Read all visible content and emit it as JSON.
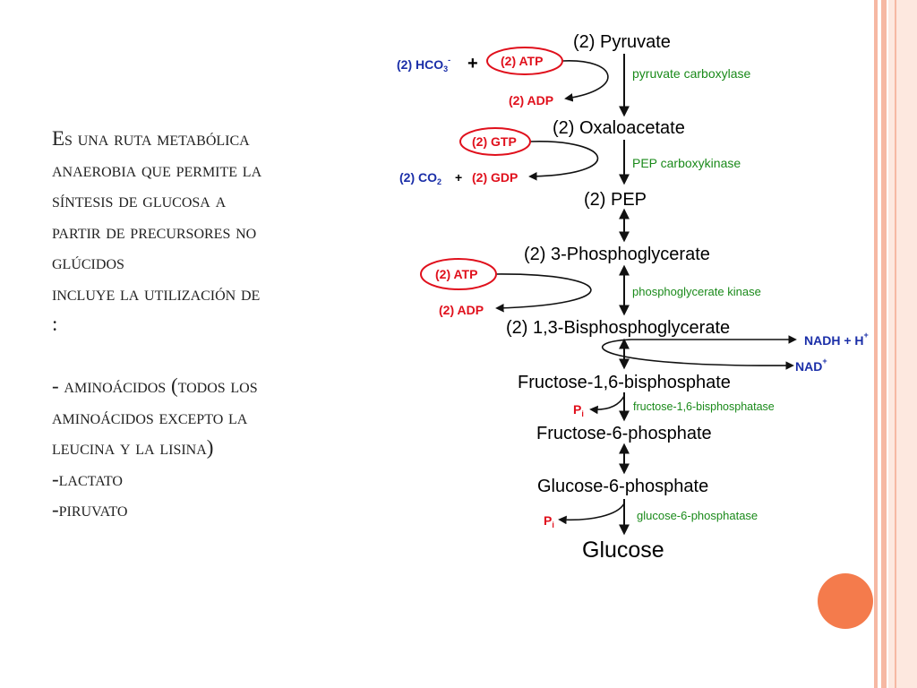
{
  "slide": {
    "text_lines": [
      "Es una ruta metabólica",
      "anaerobia que permite la",
      "síntesis de glucosa a",
      "partir de precursores no",
      "glúcidos",
      "incluye la utilización de",
      ":",
      "",
      "- aminoácidos (todos los",
      "aminoácidos excepto la",
      "leucina y la lisina)",
      "-lactato",
      "-piruvato"
    ]
  },
  "diagram": {
    "metabolites": {
      "pyruvate": "(2) Pyruvate",
      "oxaloacetate": "(2) Oxaloacetate",
      "pep": "(2) PEP",
      "phosphoglycerate": "(2) 3-Phosphoglycerate",
      "bisphosphoglycerate": "(2) 1,3-Bisphosphoglycerate",
      "f16bp": "Fructose-1,6-bisphosphate",
      "f6p": "Fructose-6-phosphate",
      "g6p": "Glucose-6-phosphate",
      "glucose": "Glucose"
    },
    "enzymes": {
      "pyruvate_carboxylase": "pyruvate carboxylase",
      "pep_carboxykinase": "PEP carboxykinase",
      "phosphoglycerate_kinase": "phosphoglycerate kinase",
      "f16bpase": "fructose-1,6-bisphosphatase",
      "g6pase": "glucose-6-phosphatase"
    },
    "cofactors": {
      "hco3": "(2) HCO",
      "hco3_sub": "3",
      "hco3_sup": "-",
      "plus": "+",
      "atp_1": "(2) ATP",
      "adp_1": "(2) ADP",
      "gtp": "(2) GTP",
      "co2": "(2) CO",
      "co2_sub": "2",
      "gdp": "(2) GDP",
      "atp_2": "(2) ATP",
      "adp_2": "(2) ADP",
      "nadh": "NADH + H",
      "nadh_sup": "+",
      "nad": "NAD",
      "nad_sup": "+",
      "pi_1": "P",
      "pi_1_sub": "i",
      "pi_2": "P",
      "pi_2_sub": "i"
    },
    "colors": {
      "metabolite": "#000000",
      "enzyme": "#1a8a1a",
      "energy": "#e0101c",
      "cofactor_blue": "#1a2ea8",
      "accent_orange": "#f47b4c"
    }
  }
}
